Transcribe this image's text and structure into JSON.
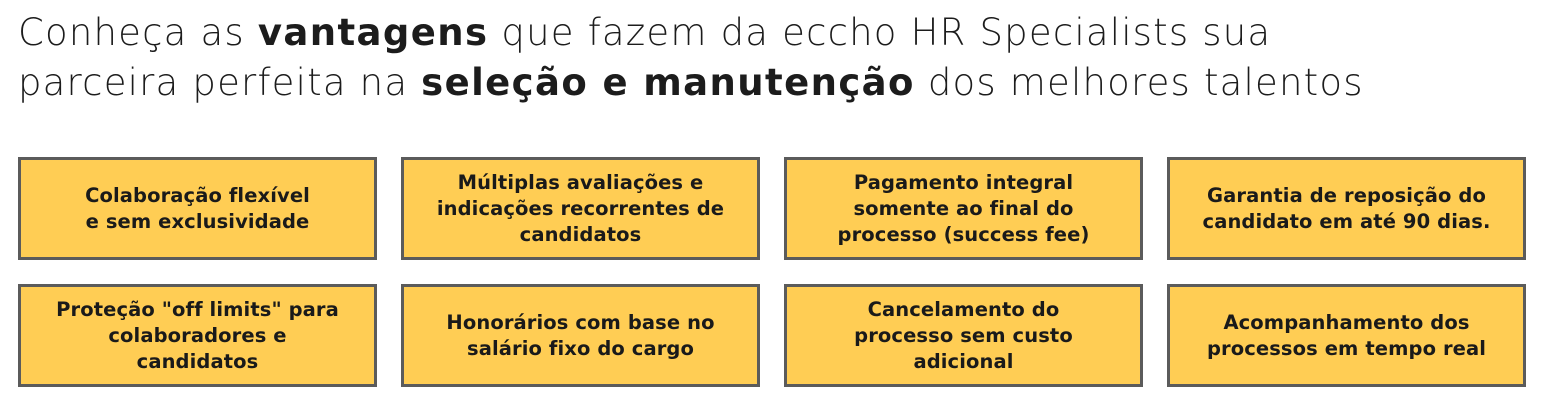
{
  "headline": {
    "line1": {
      "part1": "Conheça as ",
      "bold1": "vantagens",
      "part2": " que fazem da eccho HR Specialists sua"
    },
    "line2": {
      "part1": "parceira perfeita na ",
      "bold1": "seleção e manutenção",
      "part2": " dos melhores talentos"
    }
  },
  "colors": {
    "card_fill": "#ffcd54",
    "card_border": "#5b5b5b",
    "text": "#1a1a1a"
  },
  "cards": [
    {
      "lines": [
        "Colaboração flexível",
        "e sem exclusividade"
      ]
    },
    {
      "lines": [
        "Múltiplas avaliações e",
        "indicações recorrentes de",
        "candidatos"
      ]
    },
    {
      "lines": [
        "Pagamento integral",
        "somente ao final do",
        "processo (success fee)"
      ]
    },
    {
      "lines": [
        "Garantia de reposição do",
        "candidato em até 90 dias."
      ]
    },
    {
      "lines": [
        "Proteção \"off limits\" para",
        "colaboradores e",
        "candidatos"
      ]
    },
    {
      "lines": [
        "Honorários com base no",
        "salário fixo do cargo"
      ]
    },
    {
      "lines": [
        "Cancelamento do",
        "processo sem custo",
        "adicional"
      ]
    },
    {
      "lines": [
        "Acompanhamento dos",
        "processos em tempo real"
      ]
    }
  ]
}
